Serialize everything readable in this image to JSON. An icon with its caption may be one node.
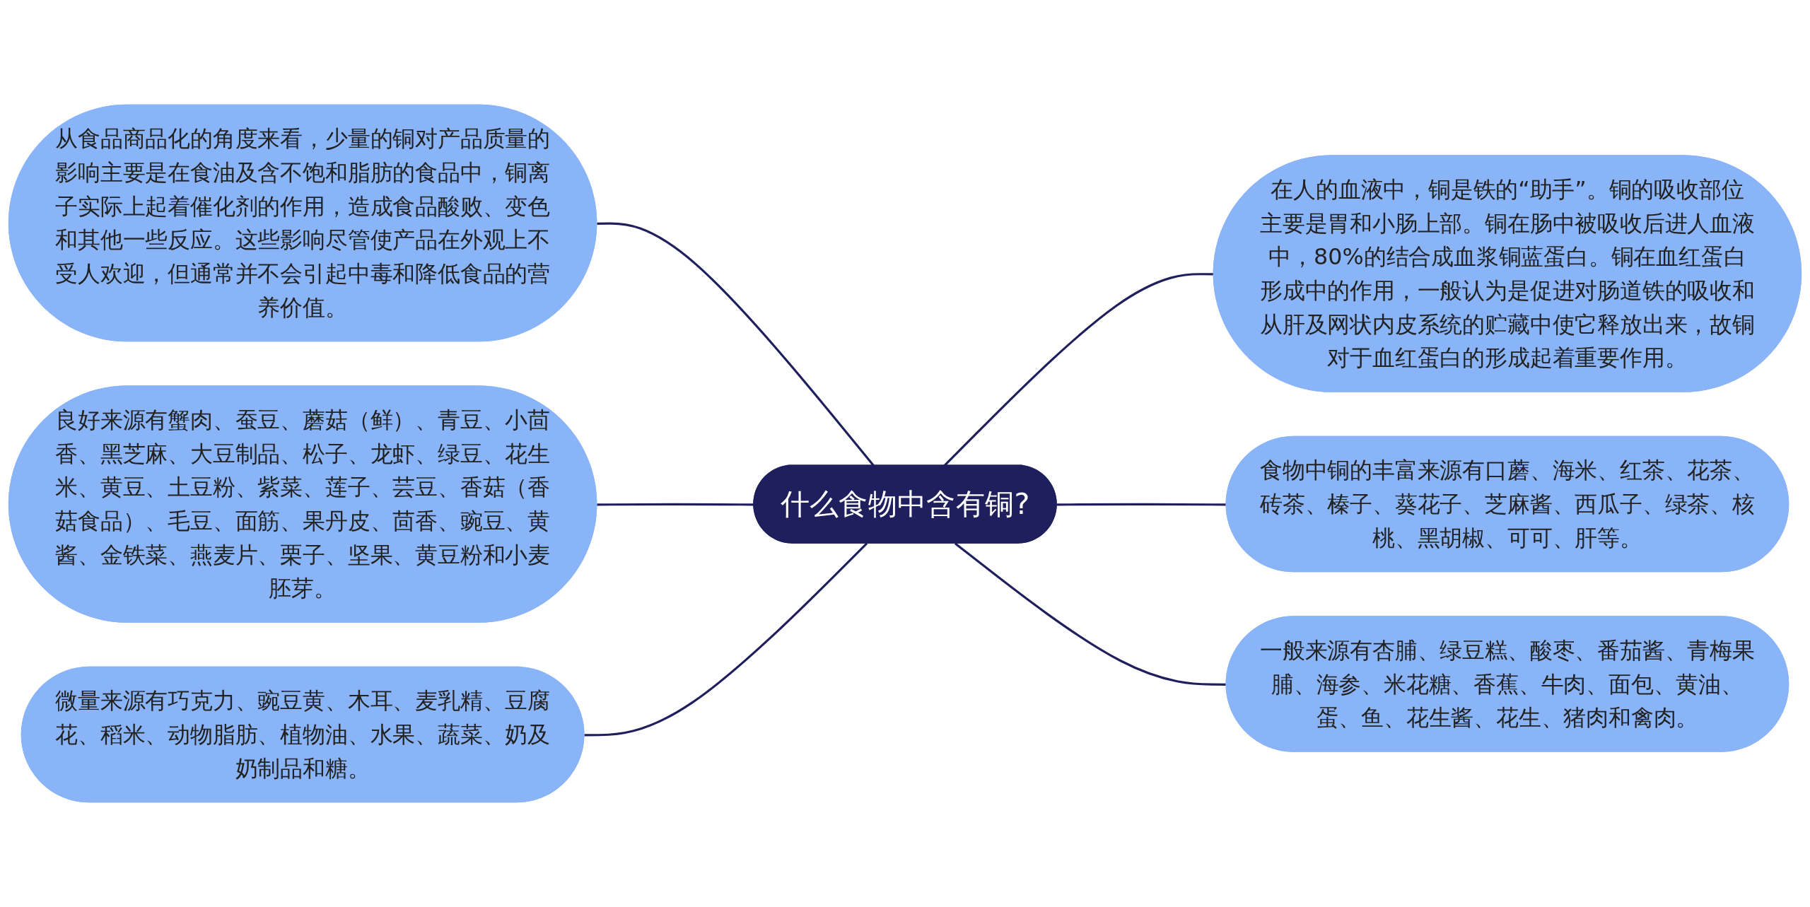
{
  "diagram": {
    "nodes": [
      {
        "text": [
          "什么食物中含有铜?"
        ]
      },
      {
        "text": [
          "从食品商品化的角度来看，少量的铜对产品质量的影响主要是在食油及含不饱和脂肪的食品中，铜离子实际上起着催化剂的作用，造成食品酸败、变色和其他一些反应。这些影响尽管使产品在外观上不受人欢迎，但通常并不会引起中毒和降低食品的营养价值。"
        ]
      },
      {
        "text": [
          "良好来源有蟹肉、蚕豆、蘑菇（鲜）、青豆、小茴香、黑芝麻、大豆制品、松子、龙虾、绿豆、花生米、黄豆、土豆粉、紫菜、莲子、芸豆、香菇（香菇食品）、毛豆、面筋、果丹皮、茴香、豌豆、黄酱、金铁菜、燕麦片、栗子、坚果、黄豆粉和小麦胚芽。"
        ]
      },
      {
        "text": [
          "微量来源有巧克力、豌豆黄、木耳、麦乳精、豆腐花、稻米、动物脂肪、植物油、水果、蔬菜、奶及奶制品和糖。"
        ]
      },
      {
        "text": [
          "在人的血液中，铜是铁的“助手”。铜的吸收部位主要是胃和小肠上部。铜在肠中被吸收后进人血液中，80%的结合成血浆铜蓝蛋白。铜在血红蛋白形成中的作用，一般认为是促进对肠道铁的吸收和从肝及网状内皮系统的贮藏中使它释放出来，故铜对于血红蛋白的形成起着重要作用。"
        ]
      },
      {
        "text": [
          "食物中铜的丰富来源有口蘑、海米、红茶、花茶、砖茶、榛子、葵花子、芝麻酱、西瓜子、绿茶、核桃、黑胡椒、可可、肝等。"
        ]
      },
      {
        "text": [
          "一般来源有杏脯、绿豆糕、酸枣、番茄酱、青梅果脯、海参、米花糖、香蕉、牛肉、面包、黄油、蛋、鱼、花生酱、花生、猪肉和禽肉。"
        ]
      }
    ],
    "edges": [
      {
        "from": 1,
        "to": 0,
        "arrow": "none"
      },
      {
        "from": 2,
        "to": 0,
        "arrow": "none"
      },
      {
        "from": 3,
        "to": 0,
        "arrow": "none"
      },
      {
        "from": 0,
        "to": 4,
        "arrow": "none"
      },
      {
        "from": 0,
        "to": 5,
        "arrow": "none"
      },
      {
        "from": 0,
        "to": 6,
        "arrow": "none"
      }
    ]
  }
}
